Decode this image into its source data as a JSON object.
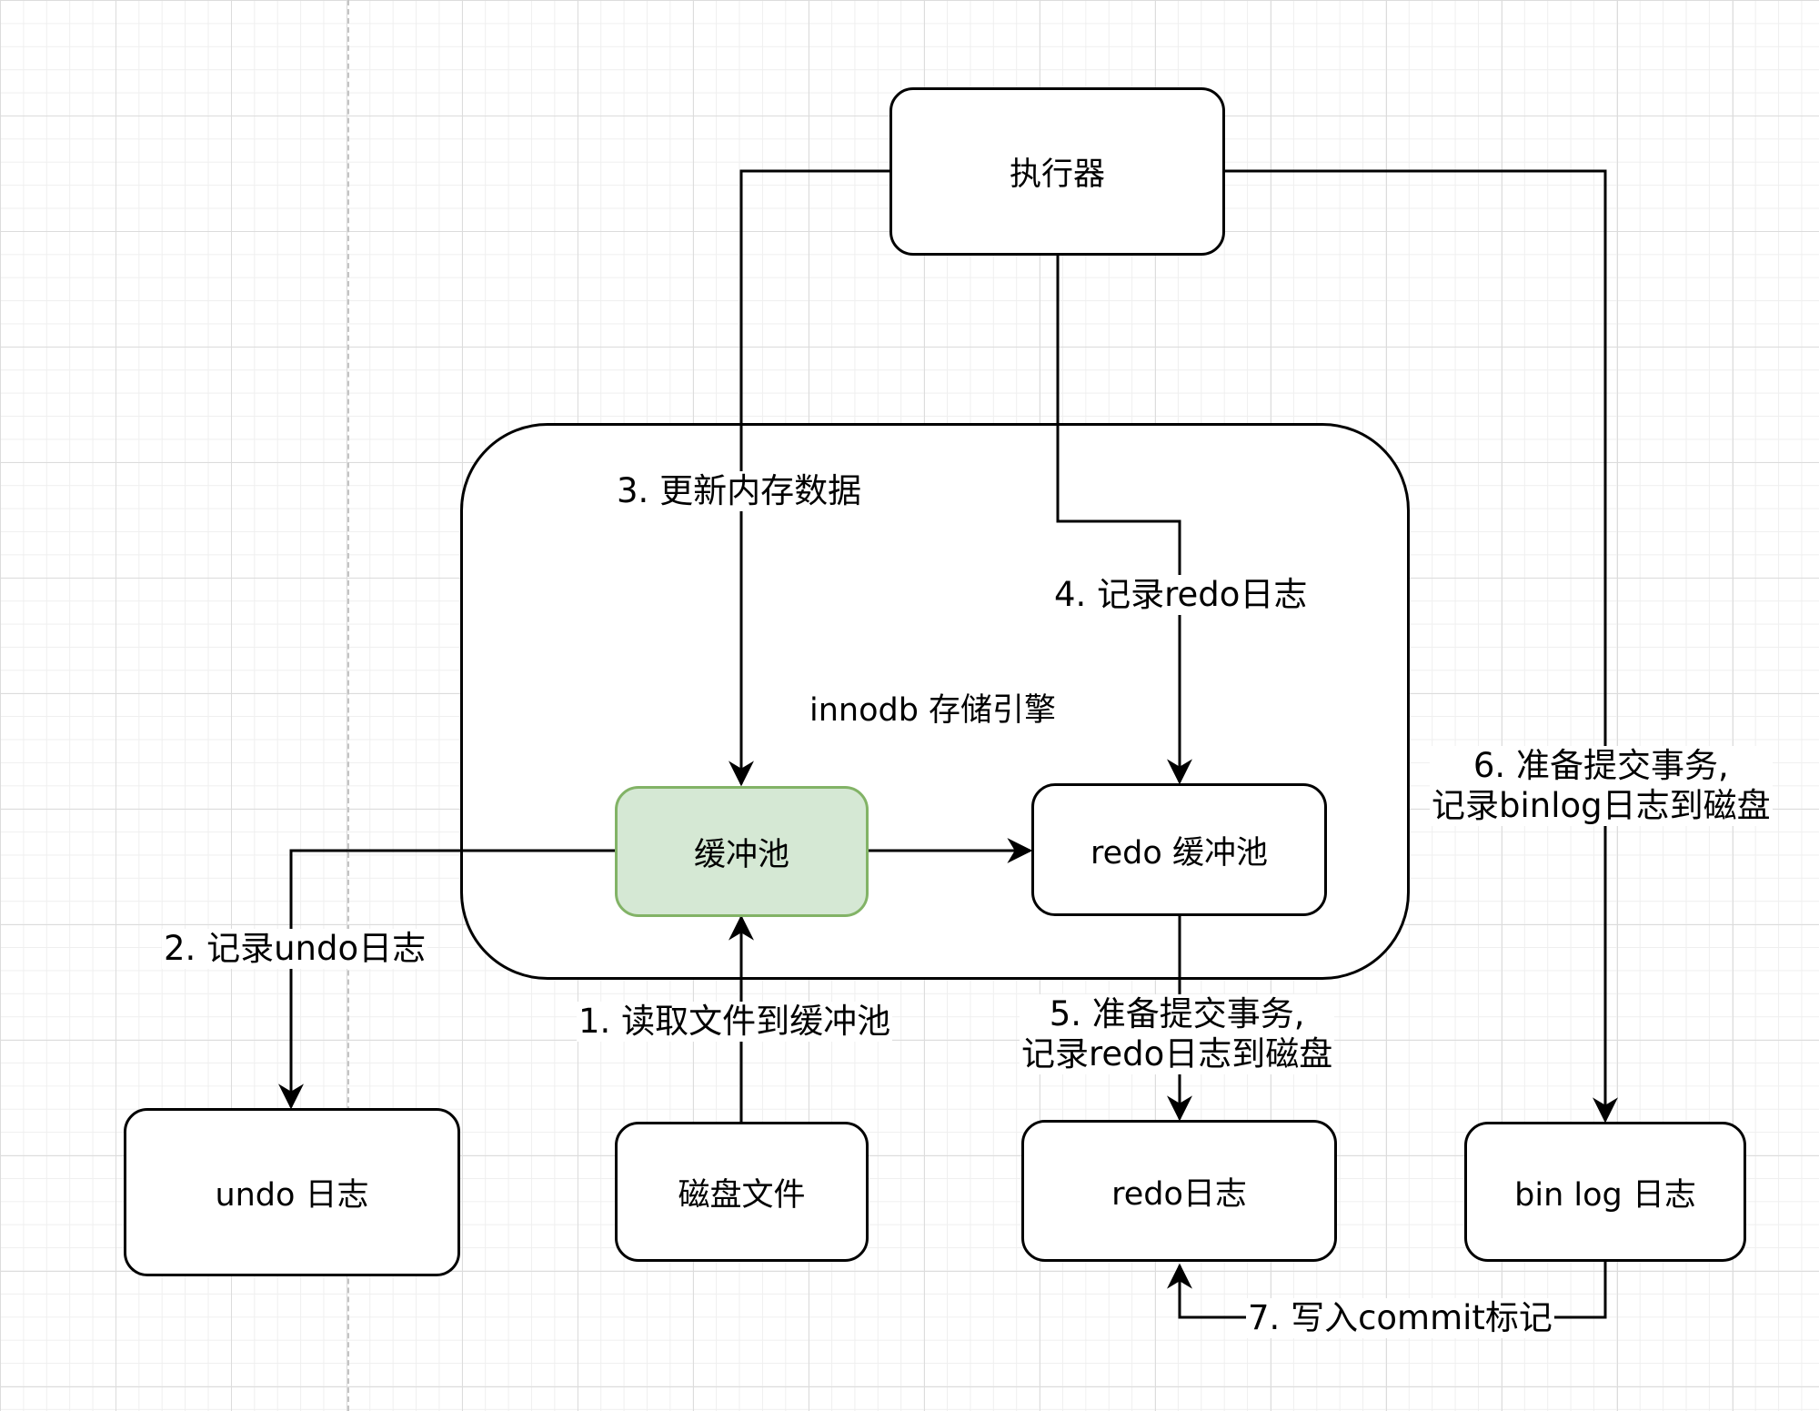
{
  "container_label": "innodb 存储引擎",
  "nodes": {
    "executor": "执行器",
    "buffer_pool": "缓冲池",
    "redo_buffer": "redo 缓冲池",
    "undo_log": "undo 日志",
    "disk_file": "磁盘文件",
    "redo_log": "redo日志",
    "bin_log": "bin log 日志"
  },
  "steps": {
    "s1": "1. 读取文件到缓冲池",
    "s2": "2. 记录undo日志",
    "s3": "3. 更新内存数据",
    "s4": "4. 记录redo日志",
    "s5_line1": "5. 准备提交事务,",
    "s5_line2": "记录redo日志到磁盘",
    "s6_line1": "6. 准备提交事务,",
    "s6_line2": "记录binlog日志到磁盘",
    "s7": "7. 写入commit标记"
  },
  "colors": {
    "buffer_pool_fill": "#d5e8d4",
    "buffer_pool_stroke": "#82b366"
  }
}
